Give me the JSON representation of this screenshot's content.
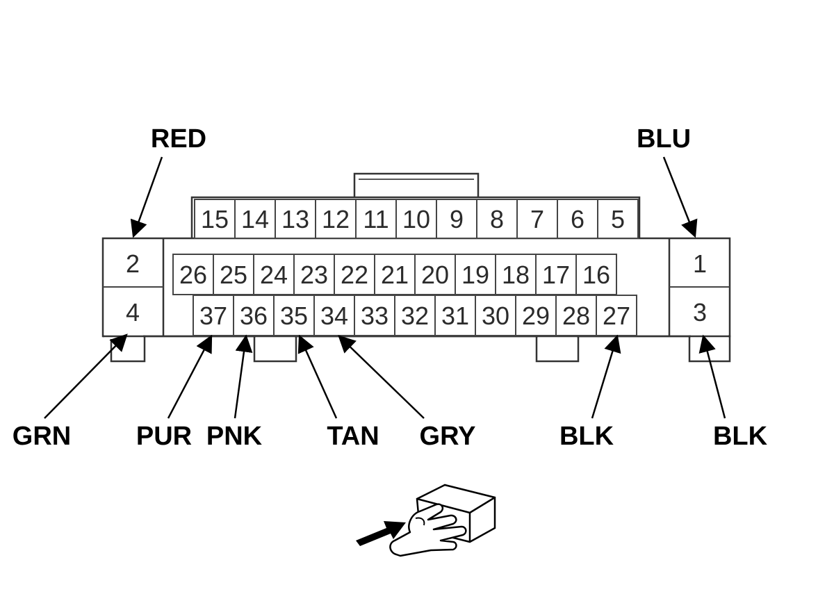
{
  "connector": {
    "top_row": [
      "15",
      "14",
      "13",
      "12",
      "11",
      "10",
      "9",
      "8",
      "7",
      "6",
      "5"
    ],
    "middle_row": [
      "26",
      "25",
      "24",
      "23",
      "22",
      "21",
      "20",
      "19",
      "18",
      "17",
      "16"
    ],
    "bottom_row": [
      "37",
      "36",
      "35",
      "34",
      "33",
      "32",
      "31",
      "30",
      "29",
      "28",
      "27"
    ],
    "left_pins": [
      "2",
      "4"
    ],
    "right_pins": [
      "1",
      "3"
    ]
  },
  "wire_labels": {
    "pin2": "RED",
    "pin1": "BLU",
    "pin4": "GRN",
    "pin37": "PUR",
    "pin36": "PNK",
    "pin35": "TAN",
    "pin34": "GRY",
    "pin27": "BLK",
    "pin3": "BLK"
  },
  "icons": {
    "view_direction": "hand-pushing-connector-icon"
  }
}
